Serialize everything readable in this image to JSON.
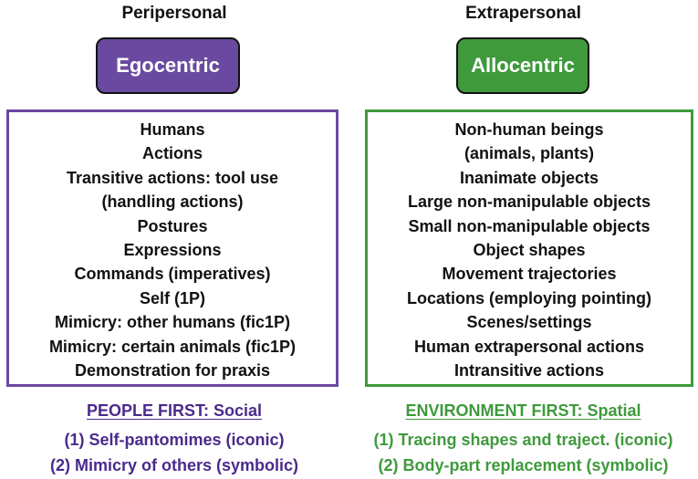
{
  "colors": {
    "egocentric": "#6a4aa0",
    "allocentric": "#3f9a3c",
    "left_text": "#4a2a8c",
    "right_text": "#3f9a3c"
  },
  "left": {
    "heading": "Peripersonal",
    "pill": "Egocentric",
    "items": [
      "Humans",
      "Actions",
      "Transitive actions: tool use",
      "(handling actions)",
      "Postures",
      "Expressions",
      "Commands (imperatives)",
      "Self (1P)",
      "Mimicry: other humans (fic1P)",
      "Mimicry: certain animals (fic1P)",
      "Demonstration for praxis"
    ],
    "sub_title": "PEOPLE FIRST: Social",
    "notes": [
      "(1) Self-pantomimes (iconic)",
      "(2) Mimicry of others (symbolic)"
    ]
  },
  "right": {
    "heading": "Extrapersonal",
    "pill": "Allocentric",
    "items": [
      "Non-human beings",
      "(animals, plants)",
      "Inanimate objects",
      "Large non-manipulable objects",
      "Small non-manipulable objects",
      "Object shapes",
      "Movement trajectories",
      "Locations (employing pointing)",
      "Scenes/settings",
      "Human extrapersonal actions",
      "Intransitive actions"
    ],
    "sub_title": "ENVIRONMENT FIRST: Spatial",
    "notes": [
      "(1) Tracing shapes and traject. (iconic)",
      "(2) Body-part replacement (symbolic)"
    ]
  }
}
